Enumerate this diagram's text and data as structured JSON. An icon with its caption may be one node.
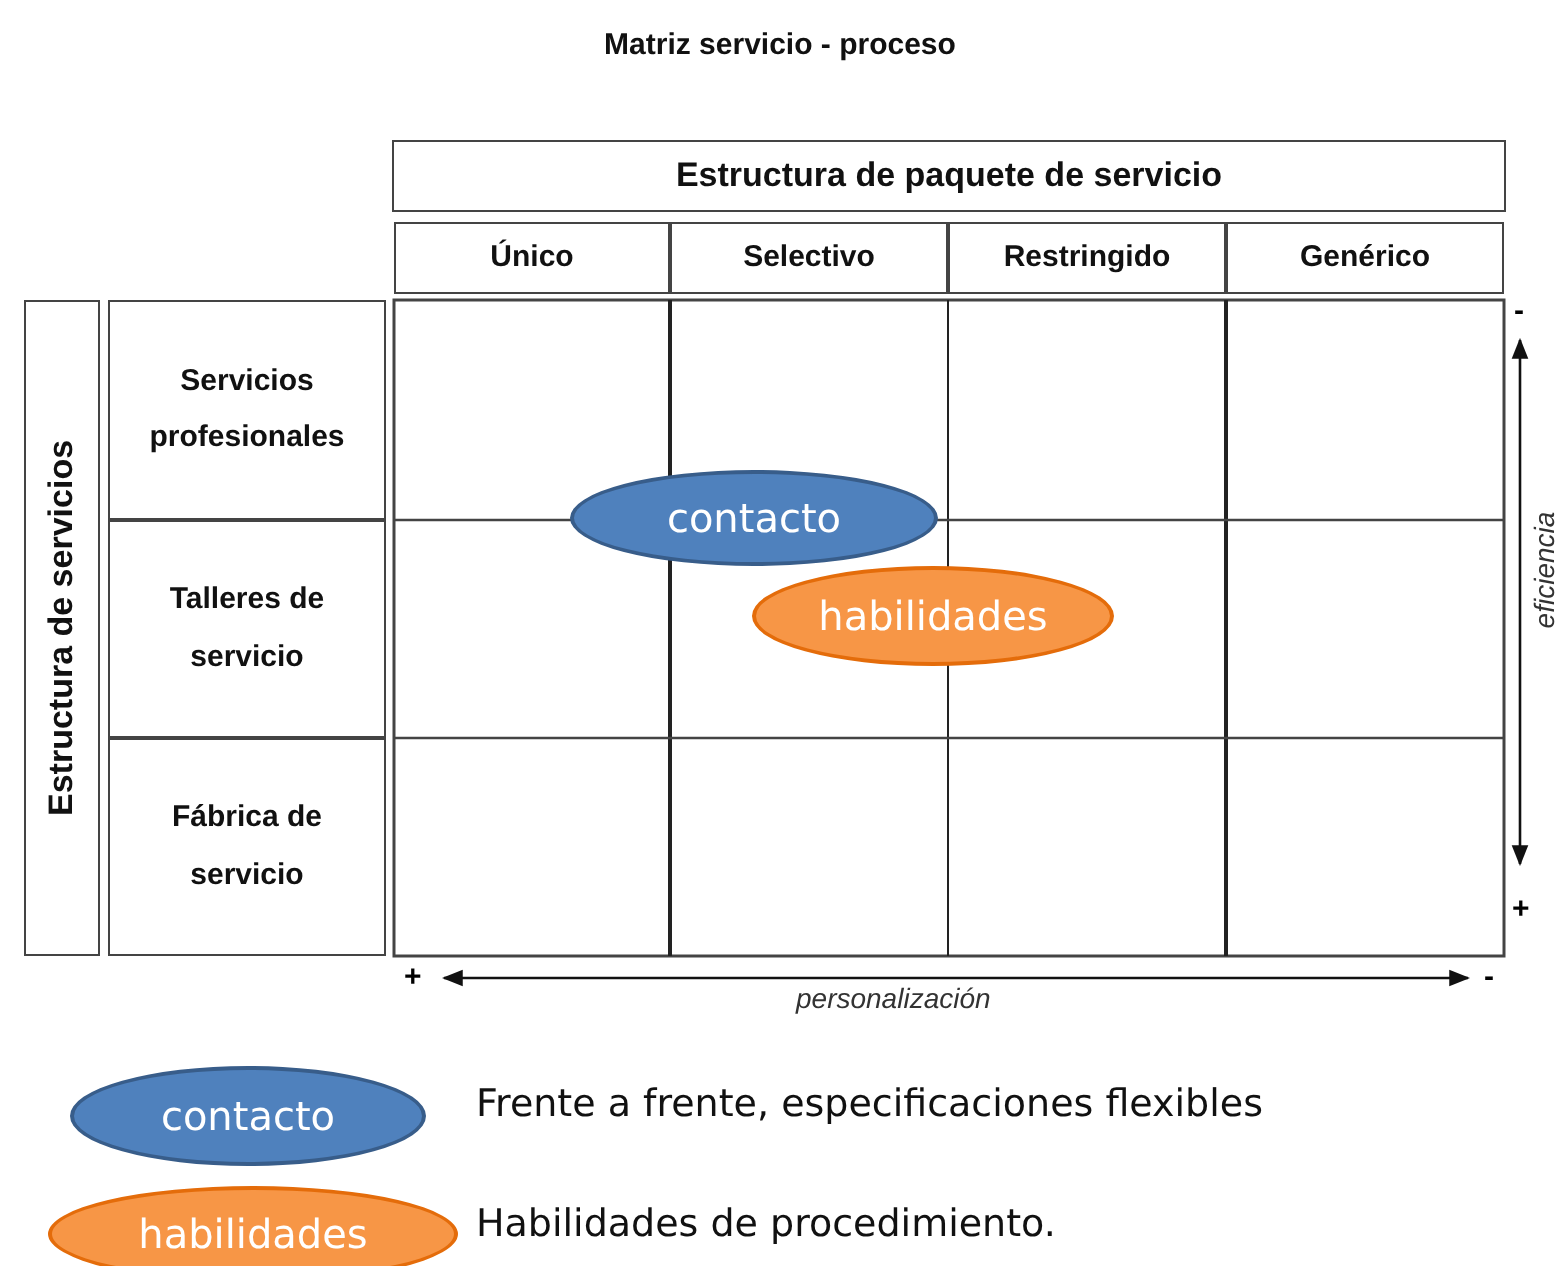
{
  "diagram": {
    "title": "Matriz servicio - proceso",
    "nodes": [
      {
        "text": [
          "Estructura de paquete de servicio"
        ]
      },
      {
        "text": [
          "Único"
        ]
      },
      {
        "text": [
          "Selectivo"
        ]
      },
      {
        "text": [
          "Restringido"
        ]
      },
      {
        "text": [
          "Genérico"
        ]
      },
      {
        "text": [
          "Estructura de servicios"
        ]
      },
      {
        "text": [
          "Servicios profesionales"
        ]
      },
      {
        "text": [
          "Talleres de servicio"
        ]
      },
      {
        "text": [
          "Fábrica de servicio"
        ]
      },
      {
        "text": [
          "contacto"
        ]
      },
      {
        "text": [
          "habilidades"
        ]
      },
      {
        "text": [
          "contacto"
        ],
        "beside": [
          "Frente a frente, especificaciones flexibles"
        ]
      },
      {
        "text": [
          "habilidades"
        ],
        "beside": [
          "Habilidades de procedimiento."
        ]
      }
    ],
    "edges": [],
    "labels": [
      "-",
      "eficiencia",
      "+",
      "+",
      "personalización",
      "-"
    ]
  }
}
